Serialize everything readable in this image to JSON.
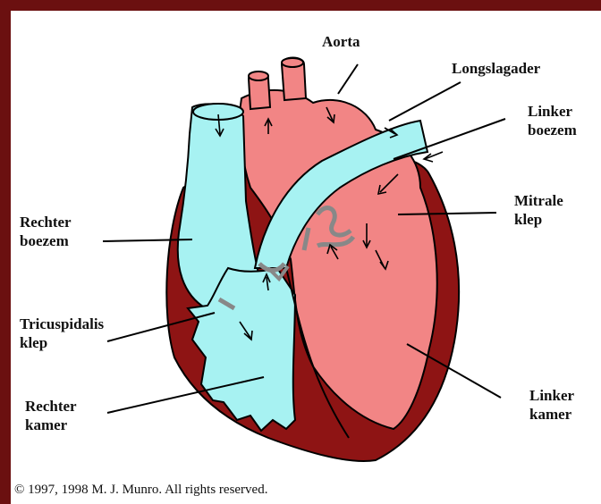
{
  "labels": {
    "aorta": "Aorta",
    "longslagader": "Longslagader",
    "linker_boezem": "Linker\nboezem",
    "mitrale_klep": "Mitrale\nklep",
    "rechter_boezem": "Rechter\nboezem",
    "tricuspidalis_klep": "Tricuspidalis\nklep",
    "rechter_kamer": "Rechter\nkamer",
    "linker_kamer": "Linker\nkamer"
  },
  "copyright": "© 1997, 1998 M. J. Munro.  All rights reserved.",
  "colors": {
    "frame": "#6b1010",
    "muscle": "#8e1414",
    "oxygenated": "#f28585",
    "deoxygenated": "#a7f2f2",
    "valve": "#888888"
  }
}
